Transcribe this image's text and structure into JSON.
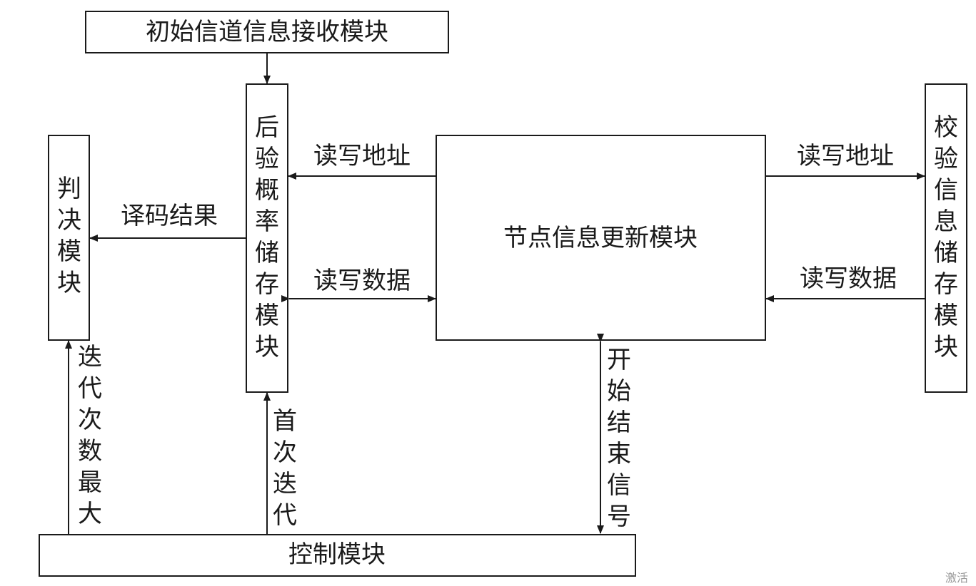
{
  "modules": {
    "init_channel": "初始信道信息接收模块",
    "posterior_storage": "后验概率储存模块",
    "decision": "判决模块",
    "node_update": "节点信息更新模块",
    "check_storage": "校验信息储存模块",
    "control": "控制模块"
  },
  "edges": {
    "rw_addr_left": "读写地址",
    "rw_data_left": "读写数据",
    "rw_addr_right": "读写地址",
    "rw_data_right": "读写数据",
    "decode_result": "译码结果",
    "max_iter": "迭代次数最大",
    "first_iter": "首次迭代",
    "start_end": "开始结束信号"
  },
  "watermark": "激活",
  "colors": {
    "stroke": "#1a1a1a",
    "background": "#ffffff"
  }
}
